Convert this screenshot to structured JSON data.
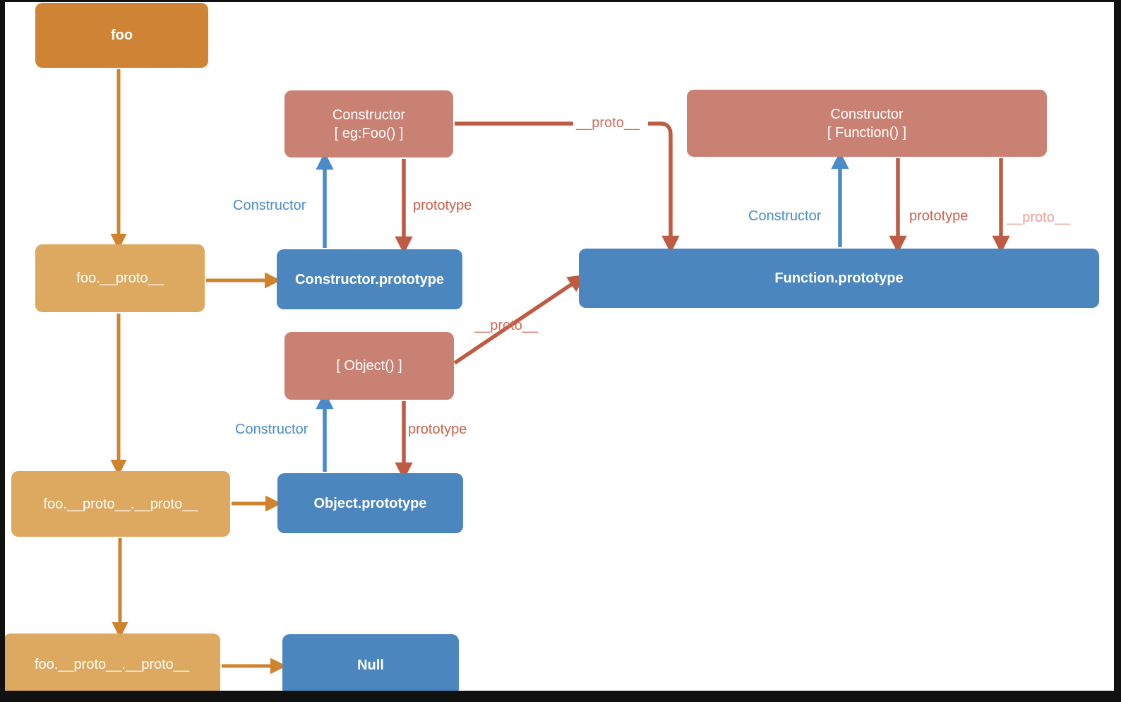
{
  "diagram": {
    "nodes": {
      "foo": {
        "label": "foo"
      },
      "foo_proto": {
        "label": "foo.__proto__"
      },
      "foo_proto_proto": {
        "label": "foo.__proto__.__proto__"
      },
      "foo_proto_proto_2": {
        "label": "foo.__proto__.__proto__"
      },
      "constructor_foo": {
        "line1": "Constructor",
        "line2": "[ eg:Foo() ]"
      },
      "constructor_function": {
        "line1": "Constructor",
        "line2": "[ Function() ]"
      },
      "object_constructor": {
        "label": "[ Object() ]"
      },
      "constructor_prototype": {
        "label": "Constructor.prototype"
      },
      "object_prototype": {
        "label": "Object.prototype"
      },
      "function_prototype": {
        "label": "Function.prototype"
      },
      "null_box": {
        "label": "Null"
      }
    },
    "edge_labels": {
      "constructor_1": "Constructor",
      "prototype_1": "prototype",
      "constructor_2": "Constructor",
      "prototype_2": "prototype",
      "constructor_3": "Constructor",
      "prototype_3": "prototype",
      "proto_top": "__proto__",
      "proto_diagonal": "__proto__",
      "proto_right": "__proto__"
    },
    "colors": {
      "instance_box": "#CE8434",
      "proto_chain_box": "#DDA85F",
      "constructor_box": "#C98173",
      "prototype_box": "#4C86BF",
      "arrow_orange": "#D0832E",
      "arrow_blue": "#4A8BC8",
      "arrow_red": "#BE5B43",
      "label_blue": "#4A8BCB",
      "label_red": "#C9604C",
      "label_proto_light": "#E5A195"
    }
  }
}
